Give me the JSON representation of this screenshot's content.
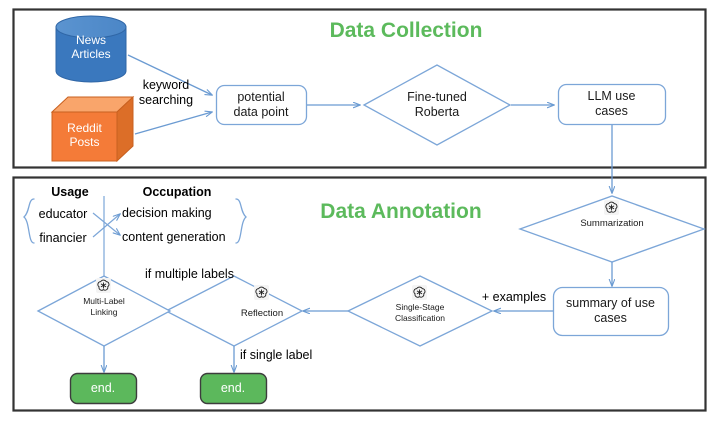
{
  "figure": {
    "type": "flowchart",
    "panels": [
      {
        "id": "data-collection",
        "title": "Data Collection",
        "title_color": "#5CBA5C"
      },
      {
        "id": "data-annotation",
        "title": "Data Annotation",
        "title_color": "#5CBA5C"
      }
    ]
  },
  "colors": {
    "green_title": "#5CBA5C",
    "green_node": "#5CB85C",
    "blue_cylinder": "#3A78BE",
    "blue_cylinder_top": "#5B94D0",
    "orange_cube": "#F47B38",
    "orange_cube_top": "#F9A56B",
    "orange_cube_side": "#D9661F",
    "edge_blue": "#6B9BD2",
    "node_border_blue": "#7CA6D8",
    "panel_border": "#333333"
  },
  "collection": {
    "source_news": "News\nArticles",
    "source_news_line1": "News",
    "source_news_line2": "Articles",
    "source_reddit_line1": "Reddit",
    "source_reddit_line2": "Posts",
    "edge_keyword_line1": "keyword",
    "edge_keyword_line2": "searching",
    "node_potential_line1": "potential",
    "node_potential_line2": "data point",
    "node_roberta_line1": "Fine-tuned",
    "node_roberta_line2": "Roberta",
    "node_llm_line1": "LLM use",
    "node_llm_line2": "cases"
  },
  "annotation": {
    "legend": {
      "usage_header": "Usage",
      "occupation_header": "Occupation",
      "usage_items": [
        "educator",
        "financier"
      ],
      "occupation_items": [
        "decision making",
        "content generation"
      ]
    },
    "node_summarization": "Summarization",
    "node_summary_box_line1": "summary of use",
    "node_summary_box_line2": "cases",
    "node_single_stage_line1": "Single-Stage",
    "node_single_stage_line2": "Classification",
    "node_reflection": "Reflection",
    "node_multilabel_line1": "Multi-Label",
    "node_multilabel_line2": "Linking",
    "edge_examples": "+ examples",
    "edge_multiple_labels": "if multiple labels",
    "edge_single_label": "if single label",
    "end_left": "end.",
    "end_right": "end.",
    "icon_name": "openai-logo-icon"
  }
}
